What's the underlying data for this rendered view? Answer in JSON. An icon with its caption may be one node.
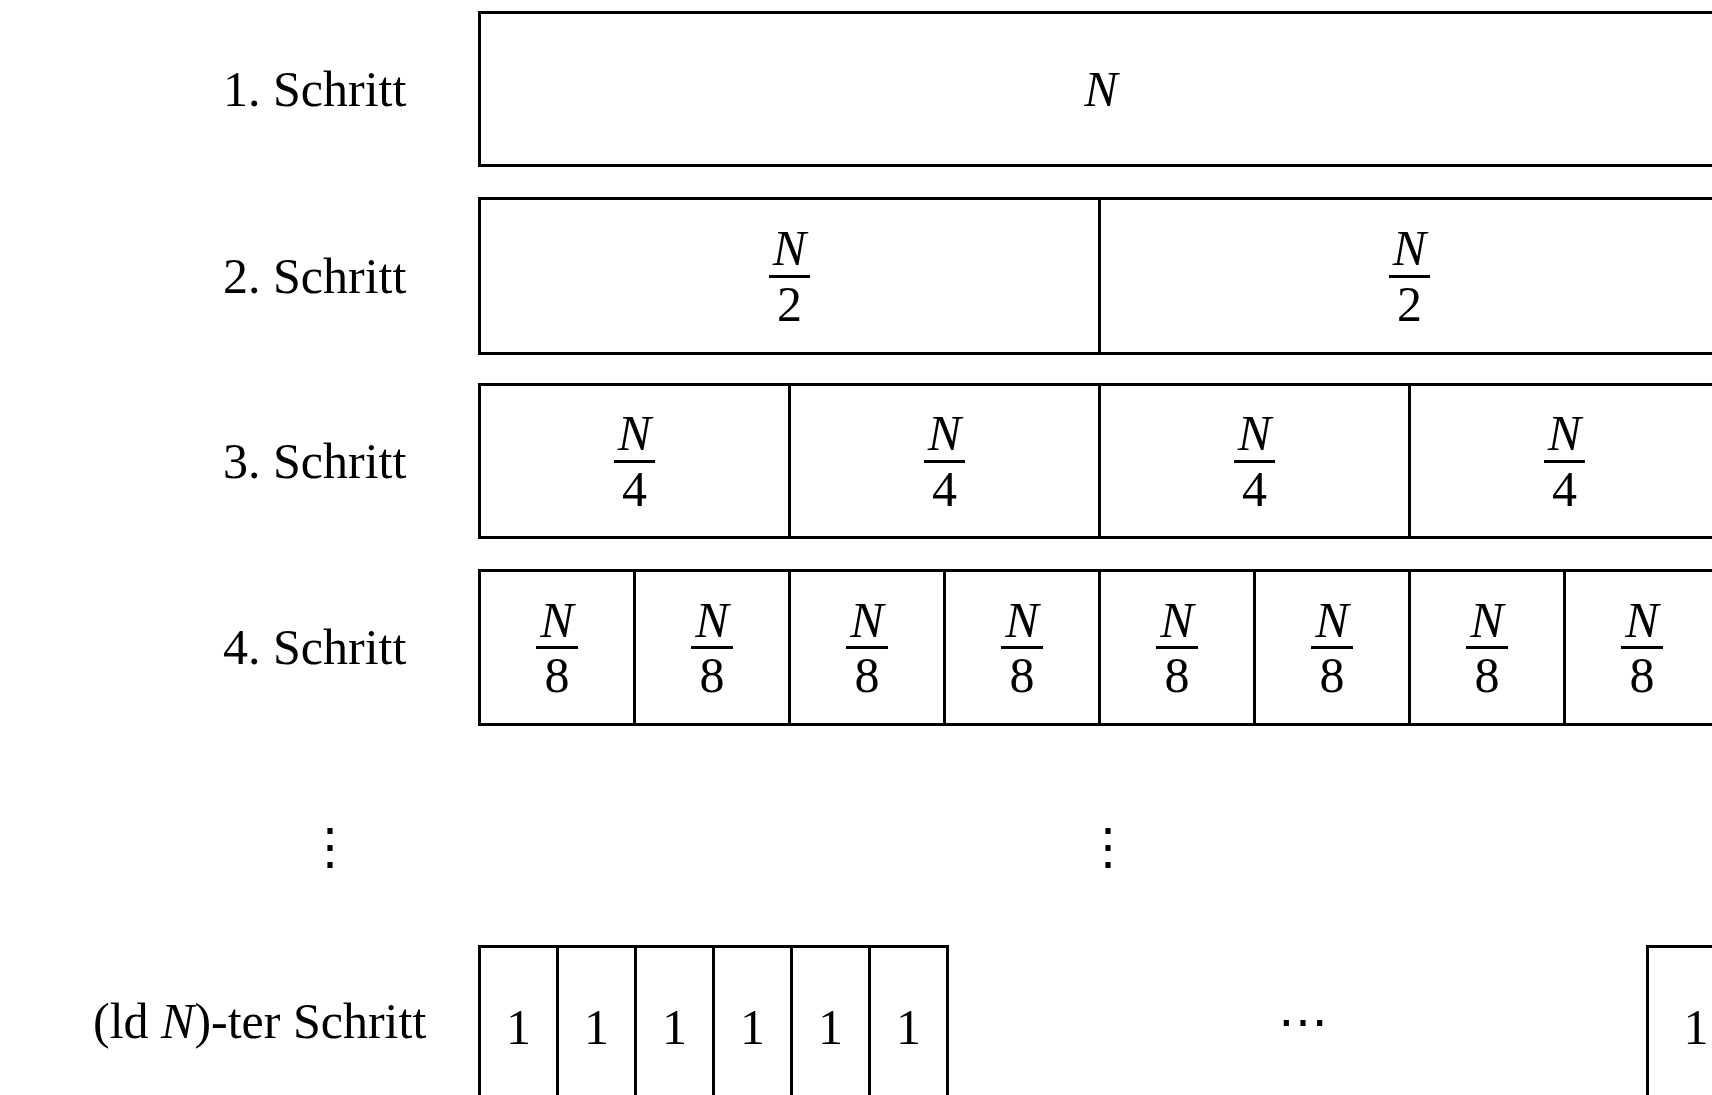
{
  "diagram": {
    "nodes": [
      {
        "text": [
          "N"
        ]
      },
      {
        "text": [
          "N",
          "2"
        ]
      },
      {
        "text": [
          "N",
          "2"
        ]
      },
      {
        "text": [
          "N",
          "4"
        ]
      },
      {
        "text": [
          "N",
          "4"
        ]
      },
      {
        "text": [
          "N",
          "4"
        ]
      },
      {
        "text": [
          "N",
          "4"
        ]
      },
      {
        "text": [
          "N",
          "8"
        ]
      },
      {
        "text": [
          "N",
          "8"
        ]
      },
      {
        "text": [
          "N",
          "8"
        ]
      },
      {
        "text": [
          "N",
          "8"
        ]
      },
      {
        "text": [
          "N",
          "8"
        ]
      },
      {
        "text": [
          "N",
          "8"
        ]
      },
      {
        "text": [
          "N",
          "8"
        ]
      },
      {
        "text": [
          "N",
          "8"
        ]
      },
      {
        "text": [
          "1"
        ]
      },
      {
        "text": [
          "1"
        ]
      },
      {
        "text": [
          "1"
        ]
      },
      {
        "text": [
          "1"
        ]
      },
      {
        "text": [
          "1"
        ]
      },
      {
        "text": [
          "1"
        ]
      },
      {
        "text": [
          "1"
        ]
      }
    ],
    "labels": [
      "1. Schritt",
      "2. Schritt",
      "3. Schritt",
      "4. Schritt",
      "⋮",
      "⋮",
      "(ld *N*)-ter Schritt",
      "⋯"
    ]
  }
}
